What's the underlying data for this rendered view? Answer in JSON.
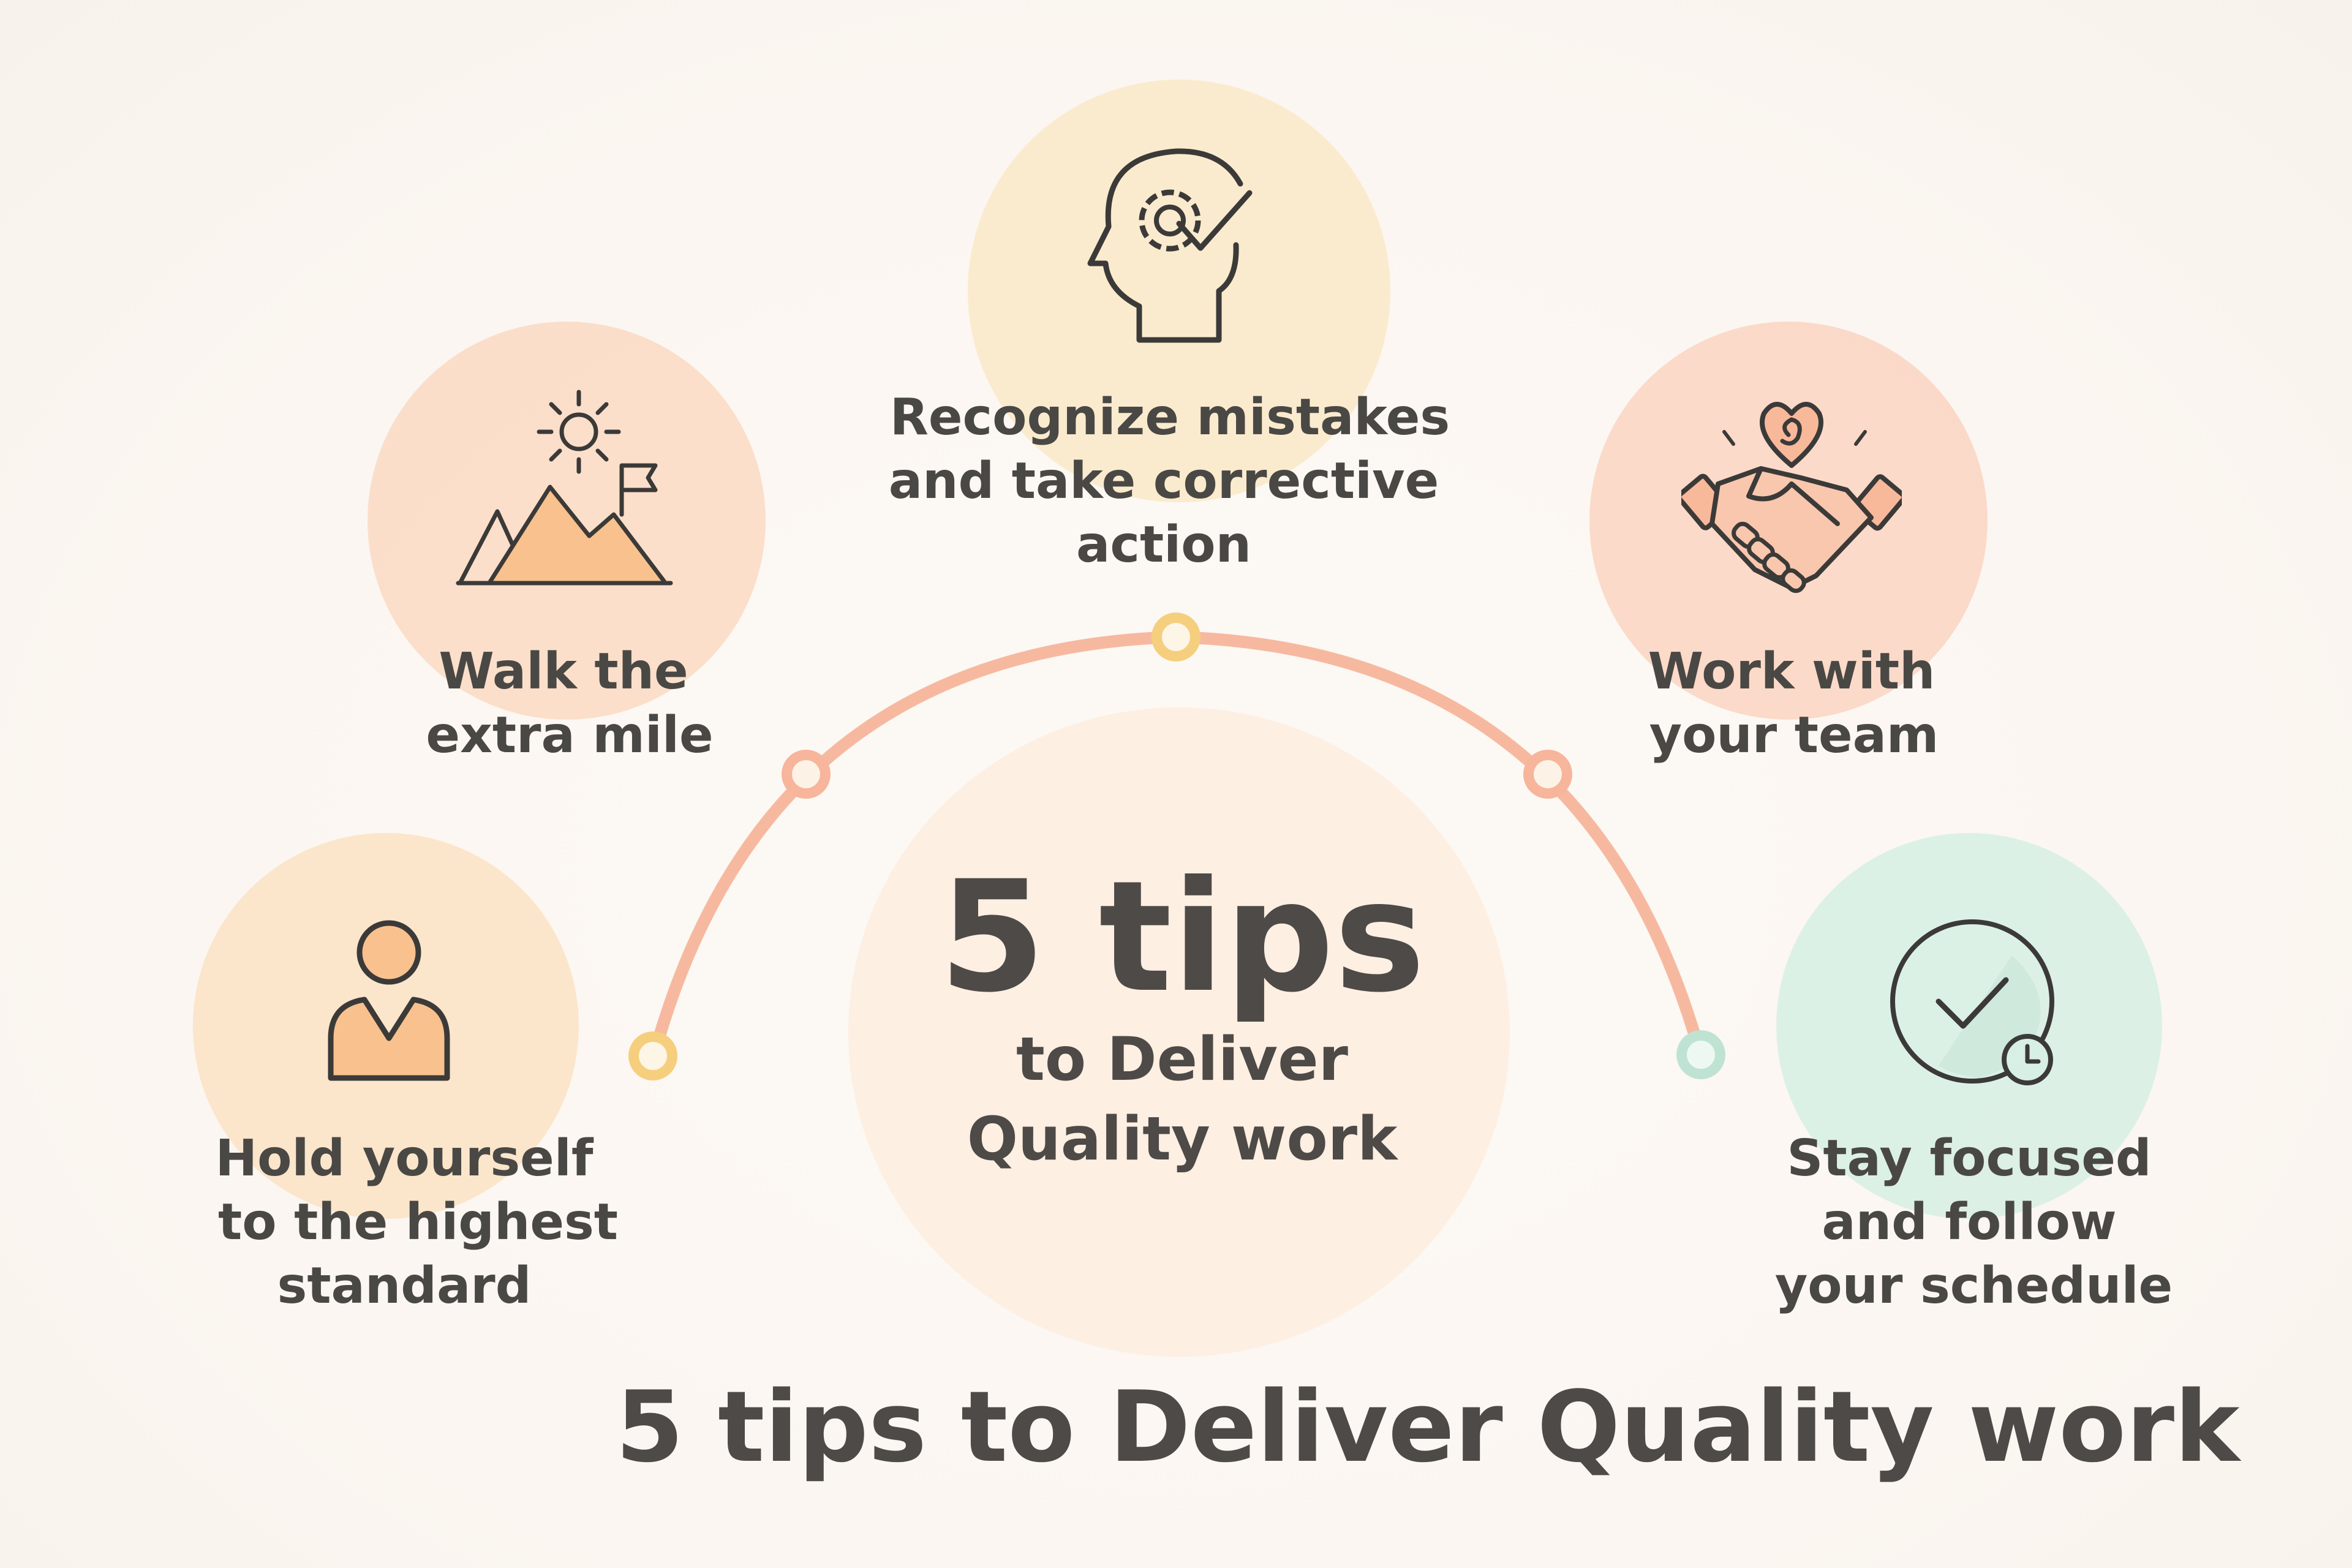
{
  "title": "5 tips to Deliver Quality work",
  "center": {
    "number": "5 tips",
    "subtitle_line1": "to Deliver",
    "subtitle_line2": "Quality work"
  },
  "tips": [
    {
      "icon": "person-icon",
      "lines": [
        "Hold yourself",
        "to the highest",
        "standard"
      ],
      "color": "#fbe2c4",
      "node_color": "#f5cf7e"
    },
    {
      "icon": "mountain-flag-icon",
      "lines": [
        "Walk the",
        "extra mile"
      ],
      "color": "#fbdcc5",
      "node_color": "#f7b59b"
    },
    {
      "icon": "head-gear-check-icon",
      "lines": [
        "Recognize mistakes",
        "and take corrective",
        "action"
      ],
      "color": "#fbeacb",
      "node_color": "#f5cf7e"
    },
    {
      "icon": "handshake-heart-icon",
      "lines": [
        "Work with",
        "your team"
      ],
      "color": "#fbd6c4",
      "node_color": "#f7b59b"
    },
    {
      "icon": "check-clock-icon",
      "lines": [
        "Stay focused",
        "and follow",
        "your schedule"
      ],
      "color": "#d8efe3",
      "node_color": "#bfe3d2"
    }
  ],
  "colors": {
    "background": "#fcf8f4",
    "text": "#4a4845",
    "arc": "#f6b9a0",
    "icon_stroke": "#3b3a38",
    "icon_fill_orange": "#f8c18e"
  }
}
